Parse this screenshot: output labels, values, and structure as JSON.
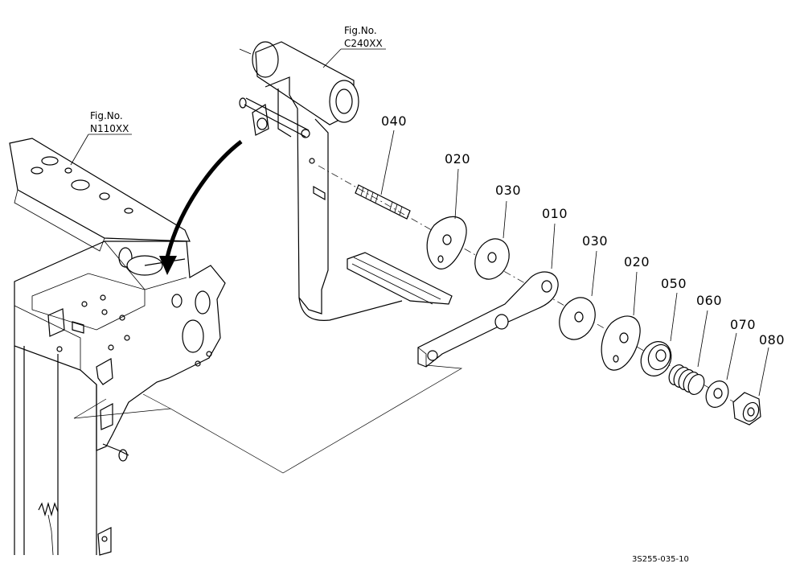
{
  "figure_refs": [
    {
      "fig_label": "Fig.No.",
      "fig_code": "C240XX"
    },
    {
      "fig_label": "Fig.No.",
      "fig_code": "N110XX"
    }
  ],
  "parts": [
    "040",
    "020",
    "030",
    "010",
    "030",
    "020",
    "050",
    "060",
    "070",
    "080"
  ],
  "diagram_code": "3S255-035-10"
}
